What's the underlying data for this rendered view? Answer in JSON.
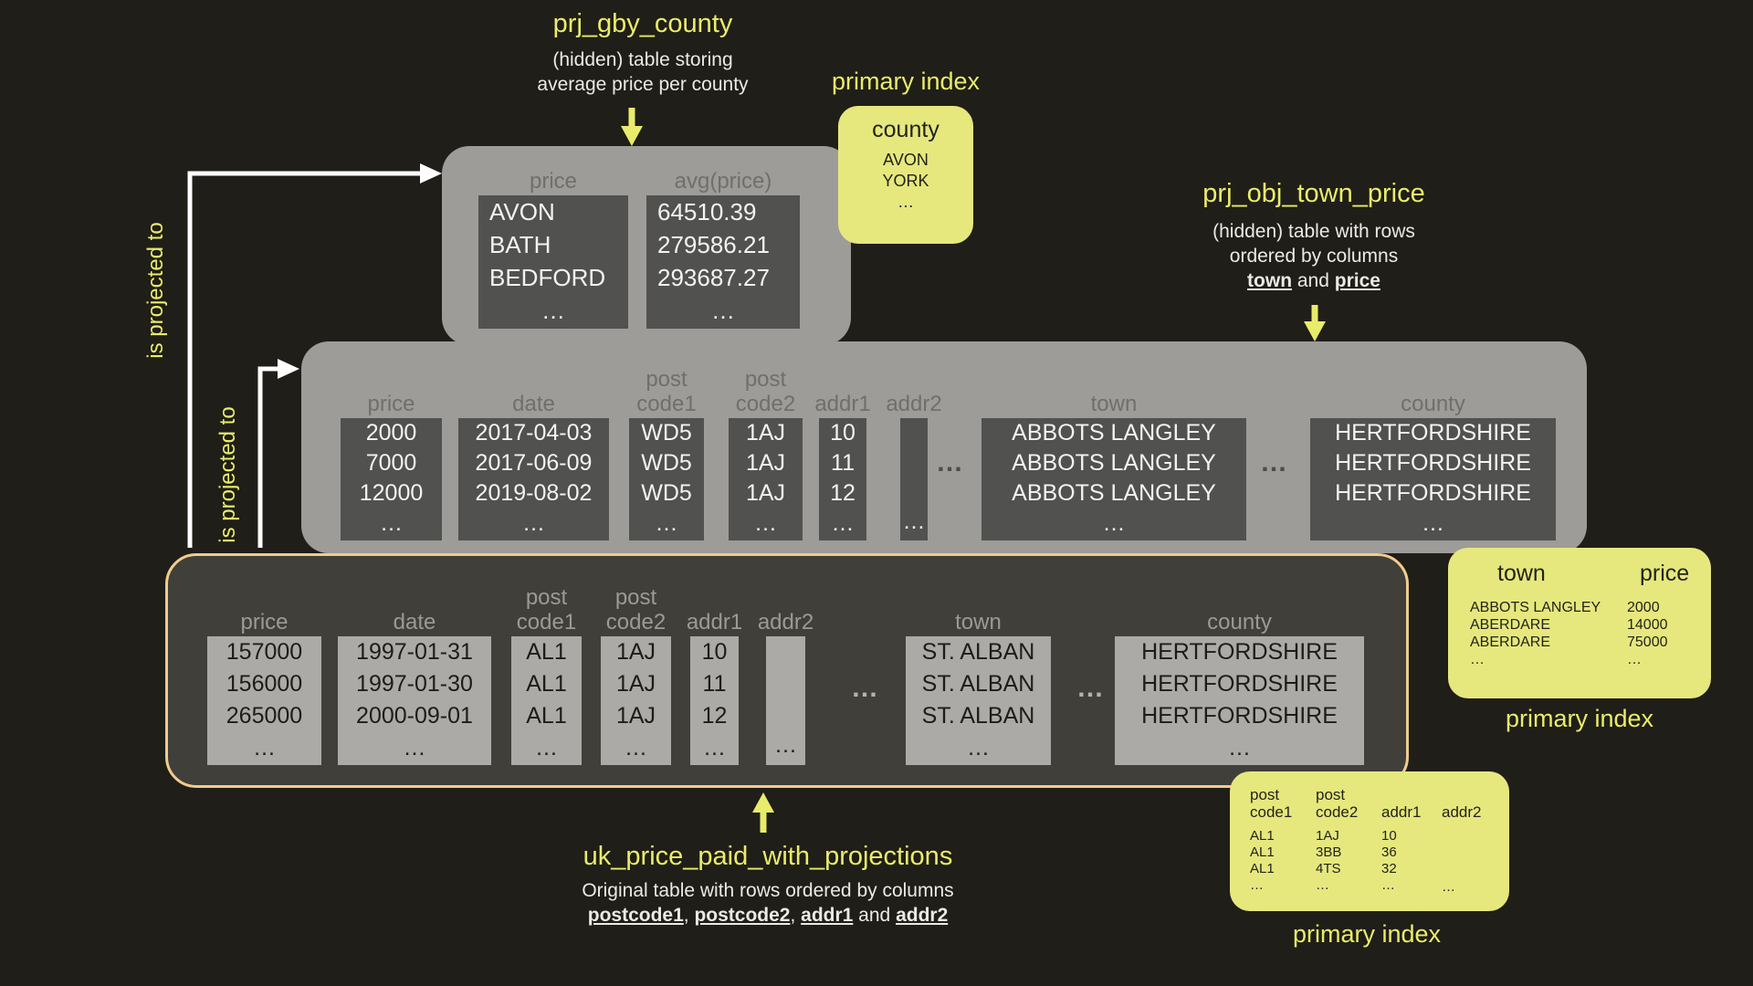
{
  "colors": {
    "bg": "#201e18",
    "yellow": "#e9ec6b",
    "index-bg": "#e6e87e",
    "index-text": "#23231a",
    "table-gray": "#9d9c98",
    "cell-dark": "#515150",
    "cell-dark-text": "#f4f3f0",
    "header-on-gray": "#6f6f6b",
    "bottom-table-bg": "#403f3a",
    "bottom-table-border": "#efcc8e",
    "header-on-dark": "#9b9a96",
    "cell-light": "#abaaa6",
    "cell-light-text": "#1d1d18",
    "desc-text": "#eceae6",
    "arrow-white": "#ffffff"
  },
  "projection_arrows": {
    "label_top": "is projected to",
    "label_middle": "is projected to"
  },
  "top": {
    "title": "prj_gby_county",
    "desc": [
      "(hidden) table storing",
      "average price per county"
    ],
    "table": {
      "col1": {
        "header": "price",
        "values": [
          "AVON",
          "BATH",
          "BEDFORD",
          "…"
        ]
      },
      "col2": {
        "header": "avg(price)",
        "values": [
          "64510.39",
          "279586.21",
          "293687.27",
          "…"
        ]
      }
    },
    "index": {
      "label": "primary index",
      "header": "county",
      "values": [
        "AVON",
        "YORK",
        "…"
      ]
    }
  },
  "middle": {
    "title": "prj_obj_town_price",
    "desc": [
      "(hidden) table with rows",
      "ordered by columns"
    ],
    "desc_segments": [
      {
        "t": "town",
        "u": true
      },
      {
        "t": " and "
      },
      {
        "t": "price",
        "u": true
      }
    ],
    "table": {
      "price": {
        "header": "price",
        "values": [
          "2000",
          "7000",
          "12000",
          "…"
        ]
      },
      "date": {
        "header": "date",
        "values": [
          "2017-04-03",
          "2017-06-09",
          "2019-08-02",
          "…"
        ]
      },
      "postcode1": {
        "header1": "post",
        "header2": "code1",
        "values": [
          "WD5",
          "WD5",
          "WD5",
          "…"
        ]
      },
      "postcode2": {
        "header1": "post",
        "header2": "code2",
        "values": [
          "1AJ",
          "1AJ",
          "1AJ",
          "…"
        ]
      },
      "addr1": {
        "header": "addr1",
        "values": [
          "10",
          "11",
          "12",
          "…"
        ]
      },
      "addr2": {
        "header": "addr2",
        "values": [
          "…"
        ]
      },
      "gap1": "…",
      "town": {
        "header": "town",
        "values": [
          "ABBOTS LANGLEY",
          "ABBOTS LANGLEY",
          "ABBOTS LANGLEY",
          "…"
        ]
      },
      "gap2": "…",
      "county": {
        "header": "county",
        "values": [
          "HERTFORDSHIRE",
          "HERTFORDSHIRE",
          "HERTFORDSHIRE",
          "…"
        ]
      }
    },
    "index": {
      "label": "primary index",
      "town": {
        "header": "town",
        "values": [
          "ABBOTS LANGLEY",
          "ABERDARE",
          "ABERDARE",
          "…"
        ]
      },
      "price": {
        "header": "price",
        "values": [
          "2000",
          "14000",
          "75000",
          "…"
        ]
      }
    }
  },
  "bottom": {
    "title": "uk_price_paid_with_projections",
    "desc_line1": "Original table with rows ordered by columns",
    "desc_segments": [
      {
        "t": "postcode1",
        "u": true
      },
      {
        "t": ", "
      },
      {
        "t": "postcode2",
        "u": true
      },
      {
        "t": ", "
      },
      {
        "t": "addr1",
        "u": true
      },
      {
        "t": " and "
      },
      {
        "t": "addr2",
        "u": true
      }
    ],
    "table": {
      "price": {
        "header": "price",
        "values": [
          "157000",
          "156000",
          "265000",
          "…"
        ]
      },
      "date": {
        "header": "date",
        "values": [
          "1997-01-31",
          "1997-01-30",
          "2000-09-01",
          "…"
        ]
      },
      "postcode1": {
        "header1": "post",
        "header2": "code1",
        "values": [
          "AL1",
          "AL1",
          "AL1",
          "…"
        ]
      },
      "postcode2": {
        "header1": "post",
        "header2": "code2",
        "values": [
          "1AJ",
          "1AJ",
          "1AJ",
          "…"
        ]
      },
      "addr1": {
        "header": "addr1",
        "values": [
          "10",
          "11",
          "12",
          "…"
        ]
      },
      "addr2": {
        "header": "addr2",
        "values": [
          "…"
        ]
      },
      "gap1": "…",
      "town": {
        "header": "town",
        "values": [
          "ST. ALBAN",
          "ST. ALBAN",
          "ST. ALBAN",
          "…"
        ]
      },
      "gap2": "…",
      "county": {
        "header": "county",
        "values": [
          "HERTFORDSHIRE",
          "HERTFORDSHIRE",
          "HERTFORDSHIRE",
          "…"
        ]
      }
    },
    "index": {
      "label": "primary index",
      "postcode1": {
        "header1": "post",
        "header2": "code1",
        "values": [
          "AL1",
          "AL1",
          "AL1",
          "…"
        ]
      },
      "postcode2": {
        "header1": "post",
        "header2": "code2",
        "values": [
          "1AJ",
          "3BB",
          "4TS",
          "…"
        ]
      },
      "addr1": {
        "header": "addr1",
        "values": [
          "10",
          "36",
          "32",
          "…"
        ]
      },
      "addr2": {
        "header": "addr2",
        "values": [
          "…"
        ]
      }
    }
  }
}
